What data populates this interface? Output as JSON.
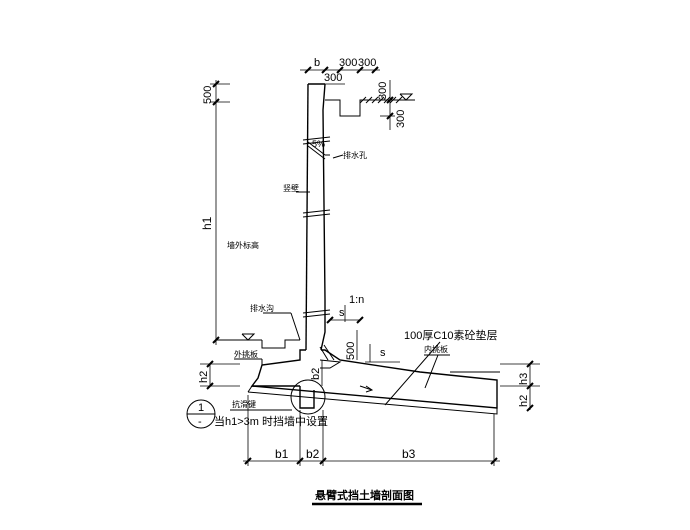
{
  "title": "悬臂式挡土墙剖面图",
  "dims": {
    "b_top": "b",
    "d300a": "300",
    "d300b": "300",
    "d300c": "300",
    "d500_top": "500",
    "d300_right": "300",
    "d300_right2": "300",
    "h1": "h1",
    "h2_left": "h2",
    "b2_vert": "b2",
    "s_top": "s",
    "s_right": "s",
    "d500_mid": "500",
    "slope": "1:n",
    "h3": "h3",
    "h2_right": "h2",
    "b1": "b1",
    "b2": "b2",
    "b3": "b3",
    "pct": "5%"
  },
  "labels": {
    "drain_hole": "排水孔",
    "vertical_wall": "竖壁",
    "outer_ground": "墙外标高",
    "drain_ditch": "排水沟",
    "outer_toe": "外挑板",
    "cushion": "100厚C10素砼垫层",
    "inner_heel": "内挑板",
    "shear_key": "抗滑键",
    "shear_key_note": "当h1>3m 时挡墙中设置",
    "detail_num": "1",
    "detail_sub": "-"
  }
}
